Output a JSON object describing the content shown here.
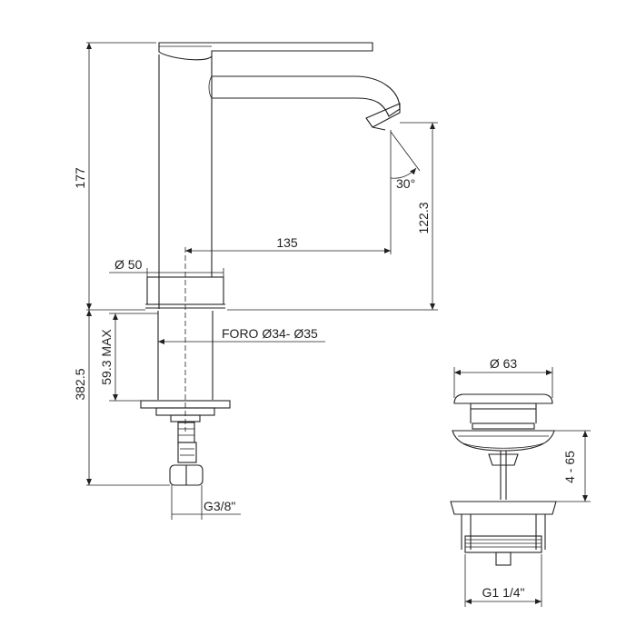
{
  "dimensions": {
    "total_height": "177",
    "spout_height": "122.3",
    "spout_reach": "135",
    "base_diameter": "Ø 50",
    "hole_size": "FORO Ø34- Ø35",
    "max_thickness": "59.3 MAX",
    "hose_length": "382.5",
    "connection": "G3/8\"",
    "spout_angle": "30°",
    "drain_diameter": "Ø 63",
    "drain_range": "4 - 65",
    "drain_thread": "G1 1/4\""
  },
  "colors": {
    "line": "#231f20"
  }
}
